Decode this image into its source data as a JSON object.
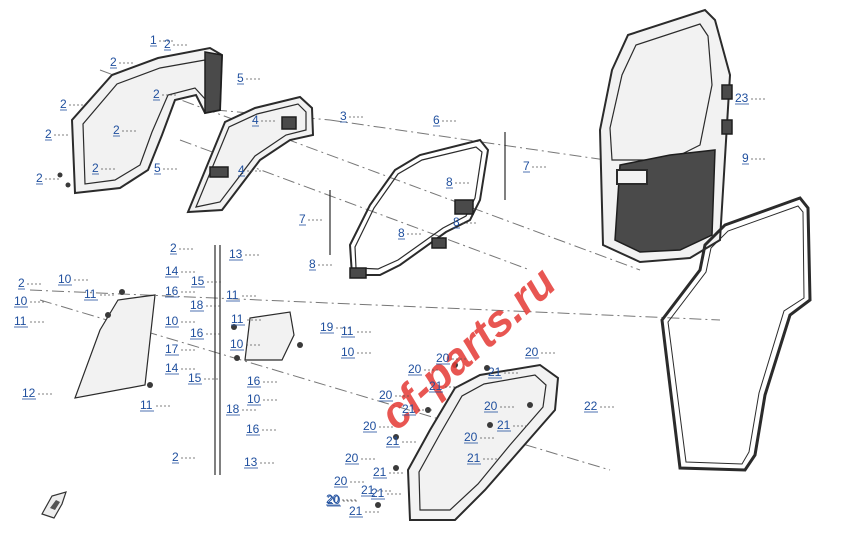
{
  "watermark": "cf-parts.ru",
  "watermark_color": "#e53935",
  "label_color": "#1f4f9e",
  "direction_icon": "arrow-front-icon",
  "callouts": [
    {
      "id": "c1",
      "text": "1"
    },
    {
      "id": "c2a",
      "text": "2"
    },
    {
      "id": "c2b",
      "text": "2"
    },
    {
      "id": "c2c",
      "text": "2"
    },
    {
      "id": "c2d",
      "text": "2"
    },
    {
      "id": "c2e",
      "text": "2"
    },
    {
      "id": "c2f",
      "text": "2"
    },
    {
      "id": "c2g",
      "text": "2"
    },
    {
      "id": "c2h",
      "text": "2"
    },
    {
      "id": "c5a",
      "text": "5"
    },
    {
      "id": "c4a",
      "text": "4"
    },
    {
      "id": "c3",
      "text": "3"
    },
    {
      "id": "c5b",
      "text": "5"
    },
    {
      "id": "c4b",
      "text": "4"
    },
    {
      "id": "c6",
      "text": "6"
    },
    {
      "id": "c7a",
      "text": "7"
    },
    {
      "id": "c8a",
      "text": "8"
    },
    {
      "id": "c7b",
      "text": "7"
    },
    {
      "id": "c8b",
      "text": "8"
    },
    {
      "id": "c8c",
      "text": "8"
    },
    {
      "id": "c8d",
      "text": "8"
    },
    {
      "id": "c23",
      "text": "23"
    },
    {
      "id": "c9",
      "text": "9"
    },
    {
      "id": "c2i",
      "text": "2"
    },
    {
      "id": "c13a",
      "text": "13"
    },
    {
      "id": "c14a",
      "text": "14"
    },
    {
      "id": "c15a",
      "text": "15"
    },
    {
      "id": "c16a",
      "text": "16"
    },
    {
      "id": "c18a",
      "text": "18"
    },
    {
      "id": "c11a",
      "text": "11"
    },
    {
      "id": "c10a",
      "text": "10"
    },
    {
      "id": "c16b",
      "text": "16"
    },
    {
      "id": "c11b",
      "text": "11"
    },
    {
      "id": "c17",
      "text": "17"
    },
    {
      "id": "c10b",
      "text": "10"
    },
    {
      "id": "c14b",
      "text": "14"
    },
    {
      "id": "c15b",
      "text": "15"
    },
    {
      "id": "c16c",
      "text": "16"
    },
    {
      "id": "c18b",
      "text": "18"
    },
    {
      "id": "c10c",
      "text": "10"
    },
    {
      "id": "c16d",
      "text": "16"
    },
    {
      "id": "c2j",
      "text": "2"
    },
    {
      "id": "c13b",
      "text": "13"
    },
    {
      "id": "c2k",
      "text": "2"
    },
    {
      "id": "c10d",
      "text": "10"
    },
    {
      "id": "c11c",
      "text": "11"
    },
    {
      "id": "c10e",
      "text": "10"
    },
    {
      "id": "c11d",
      "text": "11"
    },
    {
      "id": "c12",
      "text": "12"
    },
    {
      "id": "c11e",
      "text": "11"
    },
    {
      "id": "c19",
      "text": "19"
    },
    {
      "id": "c11f",
      "text": "11"
    },
    {
      "id": "c10f",
      "text": "10"
    },
    {
      "id": "c20a",
      "text": "20"
    },
    {
      "id": "c20b",
      "text": "20"
    },
    {
      "id": "c20c",
      "text": "20"
    },
    {
      "id": "c21a",
      "text": "21"
    },
    {
      "id": "c21b",
      "text": "21"
    },
    {
      "id": "c20d",
      "text": "20"
    },
    {
      "id": "c21c",
      "text": "21"
    },
    {
      "id": "c20e",
      "text": "20"
    },
    {
      "id": "c22",
      "text": "22"
    },
    {
      "id": "c20f",
      "text": "20"
    },
    {
      "id": "c21d",
      "text": "21"
    },
    {
      "id": "c20g",
      "text": "20"
    },
    {
      "id": "c21e",
      "text": "21"
    },
    {
      "id": "c21f",
      "text": "21"
    },
    {
      "id": "c20h",
      "text": "20"
    },
    {
      "id": "c21g",
      "text": "21"
    },
    {
      "id": "c20i",
      "text": "20"
    },
    {
      "id": "c21h",
      "text": "21"
    },
    {
      "id": "c20j",
      "text": "20"
    },
    {
      "id": "c21i",
      "text": "21"
    },
    {
      "id": "c20k",
      "text": "20"
    },
    {
      "id": "c21j",
      "text": "21"
    }
  ]
}
